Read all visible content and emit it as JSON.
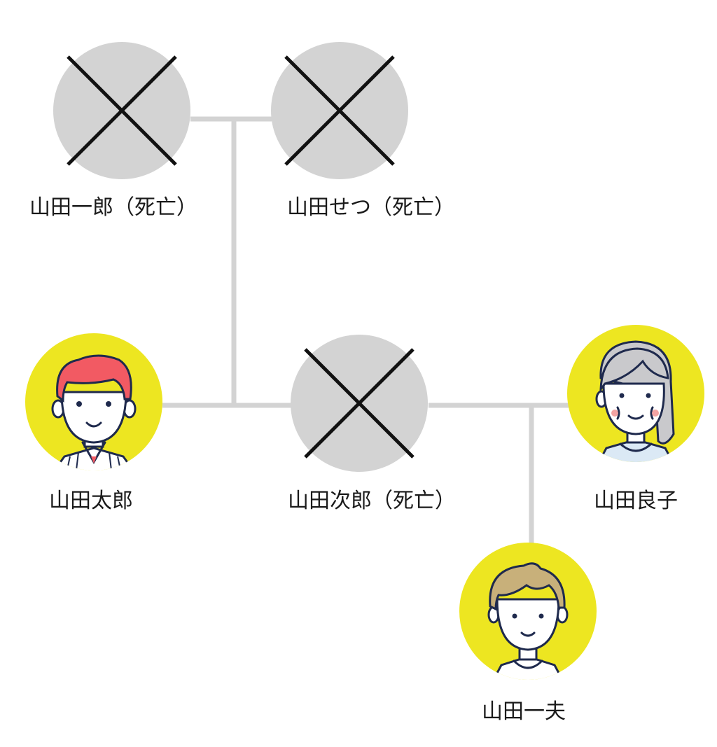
{
  "colors": {
    "connector": "#d3d3d3",
    "deceased_fill": "#d3d3d3",
    "cross": "#111111",
    "living_ring": "#ede621",
    "skin": "#ffffff",
    "outline": "#1f2a4d",
    "hair_taro": "#f25a63",
    "hair_yoshiko": "#c9c9cc",
    "hair_kazuo": "#c8b07a",
    "cheek": "#f3a3a3",
    "shirt_yoshiko": "#dbe9f5"
  },
  "people": {
    "ichiro": {
      "name": "山田一郎（死亡）",
      "status": "deceased"
    },
    "setsu": {
      "name": "山田せつ（死亡）",
      "status": "deceased"
    },
    "taro": {
      "name": "山田太郎",
      "status": "living",
      "icon": "young-man-red-hair-avatar-icon"
    },
    "jiro": {
      "name": "山田次郎（死亡）",
      "status": "deceased"
    },
    "yoshiko": {
      "name": "山田良子",
      "status": "living",
      "icon": "elderly-woman-gray-hair-avatar-icon"
    },
    "kazuo": {
      "name": "山田一夫",
      "status": "living",
      "icon": "young-man-blond-hair-avatar-icon"
    }
  }
}
